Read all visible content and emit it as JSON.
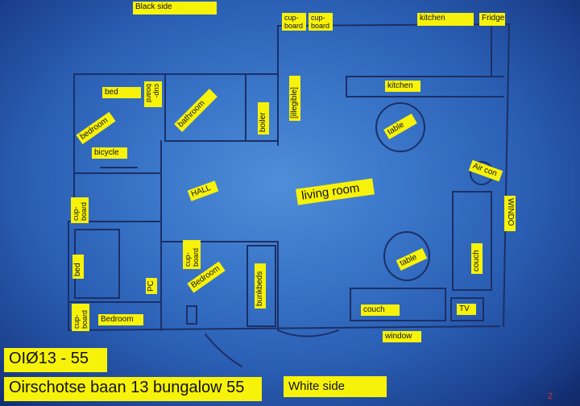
{
  "labels": {
    "black_side": "Black side",
    "cupboard_top_1": "cup-\nboard",
    "cupboard_top_2": "cup-\nboard",
    "kitchen_top": "kitchen",
    "fridge": "Fridge",
    "kitchen_mid": "kitchen",
    "illegible": "[illegible]",
    "boiler": "boiler",
    "bathroom": "bathroom",
    "bed_top": "bed",
    "cupboard_vert_top": "cup-\nboard",
    "bedroom_top": "bedroom",
    "bicycle": "bicycle",
    "hall": "HALL",
    "living_room": "living room",
    "table_top": "table",
    "air_con": "Air con",
    "window_right": "WINDO",
    "cupboard_left": "cup-\nboard",
    "bed_left": "bed",
    "pc": "PC",
    "cupboard_mid": "cup-\nboard",
    "bedroom_mid": "Bedroom",
    "bunkbeds": "bunkbeds",
    "table_bottom": "table",
    "couch_right": "couch",
    "couch_bottom": "couch",
    "tv": "TV",
    "cupboard_bottom_left": "cup-\nboard",
    "bedroom_bottom": "Bedroom",
    "window_bottom": "window",
    "code": "OIØ13 - 55",
    "address": "Oirschotse baan 13 bungalow 55",
    "white_side": "White side",
    "page_number": "2"
  },
  "colors": {
    "label_background": "#f7f20a",
    "ink_lines": "#1c2f66",
    "annotation_red": "#e0302e"
  }
}
